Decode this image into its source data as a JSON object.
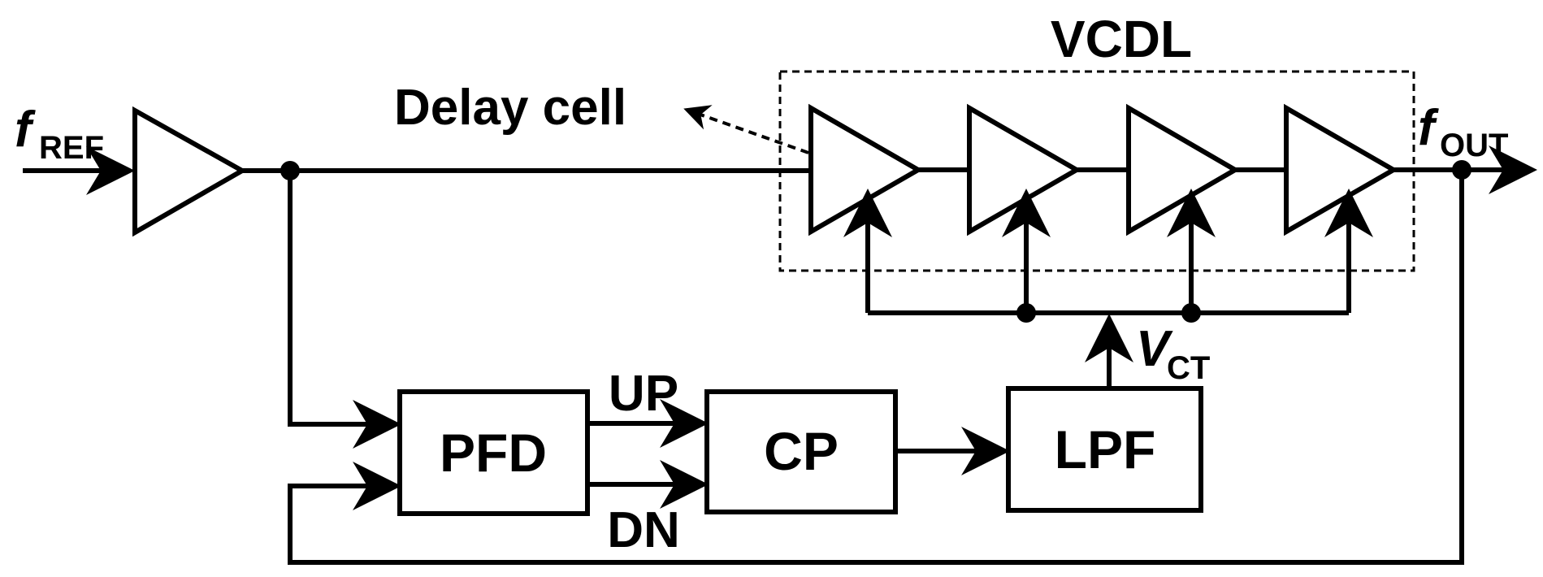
{
  "diagram": {
    "vcdl_label": "VCDL",
    "delay_cell_label": "Delay cell",
    "f_ref": {
      "main": "f",
      "sub": "REF"
    },
    "f_out": {
      "main": "f",
      "sub": "OUT"
    },
    "v_ct": {
      "main": "V",
      "sub": "CT"
    },
    "pfd_label": "PFD",
    "cp_label": "CP",
    "lpf_label": "LPF",
    "up_label": "UP",
    "dn_label": "DN"
  }
}
